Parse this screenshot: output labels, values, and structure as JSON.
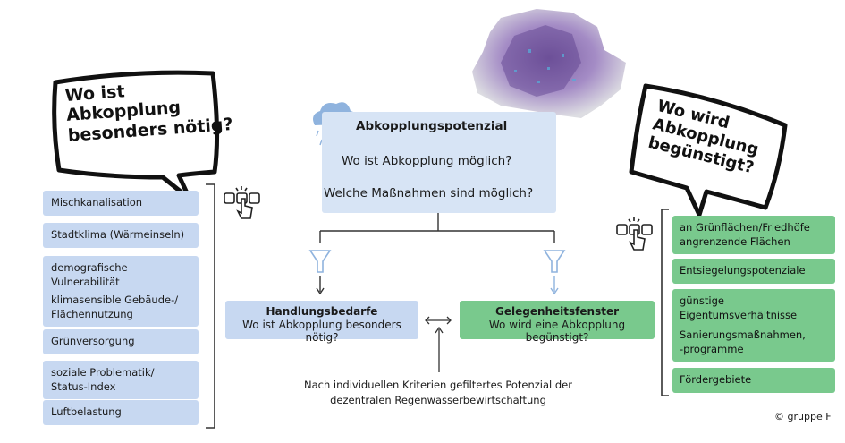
{
  "left_bubble": {
    "lines": [
      "Wo ist",
      "Abkopplung",
      "besonders nötig?"
    ]
  },
  "right_bubble": {
    "lines": [
      "Wo wird",
      "Abkopplung",
      "begünstigt?"
    ]
  },
  "left_criteria": [
    "Mischkanalisation",
    "Stadtklima (Wärmeinseln)",
    "demografische Vulnerabilität",
    "klimasensible Gebäude-/\nFlächennutzung",
    "Grünversorgung",
    "soziale Problematik/\nStatus-Index",
    "Luftbelastung"
  ],
  "right_criteria": [
    "an Grünflächen/Friedhöfe\nangrenzende Flächen",
    "Entsiegelungspotenziale",
    "günstige Eigentumsverhältnisse",
    "Sanierungsmaßnahmen,\n-programme",
    "Fördergebiete"
  ],
  "center": {
    "title": "Abkopplungspotenzial",
    "question1": "Wo ist Abkopplung möglich?",
    "question2": "Welche Maßnahmen sind möglich?"
  },
  "handlungsbedarfe": {
    "title": "Handlungsbedarfe",
    "subtitle": "Wo ist Abkopplung besonders nötig?"
  },
  "gelegenheitsfenster": {
    "title": "Gelegenheitsfenster",
    "subtitle": "Wo wird eine Abkopplung begünstigt?"
  },
  "note": "Nach individuellen Kriterien gefiltertes Potenzial der\ndezentralen Regenwasserbewirtschaftung",
  "copyright": "© gruppe F",
  "colors": {
    "blue_box": "#c7d8f1",
    "green_box": "#79c98d",
    "center_box": "#d7e4f5",
    "icon_blue": "#8fb3de",
    "map_purple": "#8a6aa8"
  },
  "icons": [
    "cloud-rain-icon",
    "location-pin-icon",
    "shovel-icon",
    "filter-funnel-icon",
    "touch-select-icon",
    "double-arrow-icon"
  ]
}
